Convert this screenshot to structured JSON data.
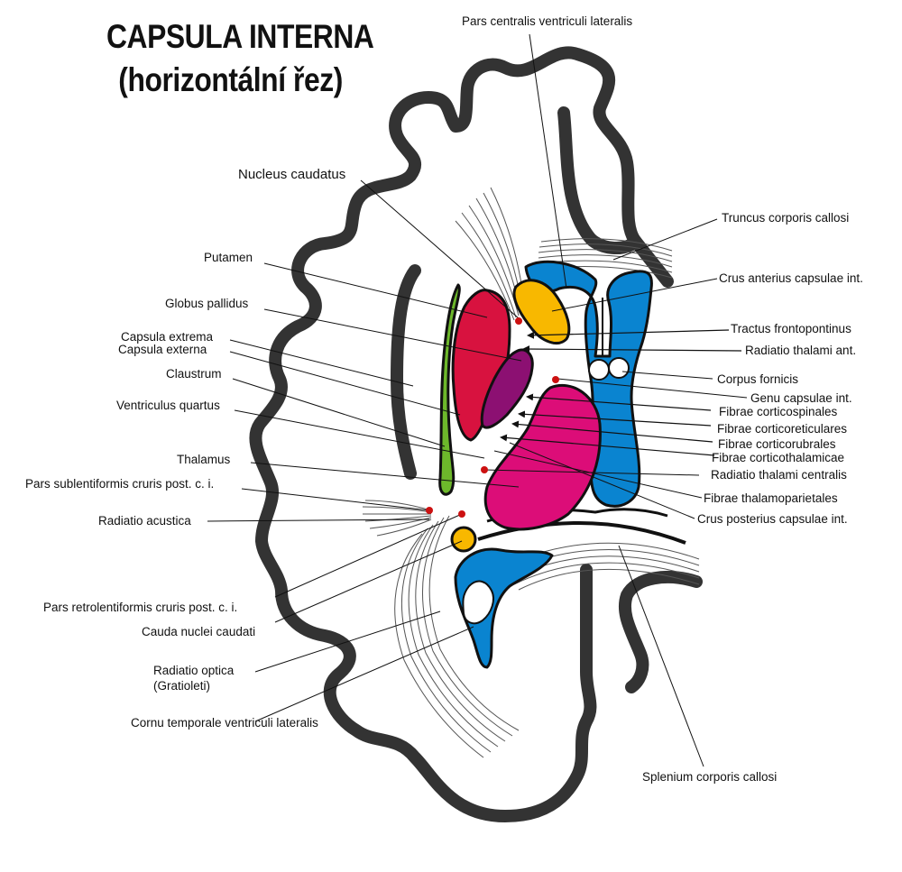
{
  "title_line1": "CAPSULA INTERNA",
  "title_line2": "(horizontální řez)",
  "colors": {
    "outline": "#333333",
    "ventricle": "#0a84d0",
    "caudate": "#f8b800",
    "putamen": "#d8123f",
    "pallidus": "#8c1072",
    "claustrum": "#6db82b",
    "thalamus": "#dc0d78",
    "marker": "#cc1111"
  },
  "labels": {
    "pars_centralis": "Pars centralis ventriculi lateralis",
    "nucleus_caudatus": "Nucleus caudatus",
    "truncus": "Truncus corporis callosi",
    "putamen": "Putamen",
    "crus_anterius": "Crus anterius capsulae int.",
    "globus_pallidus": "Globus pallidus",
    "tractus_frontopontinus": "Tractus frontopontinus",
    "capsula_extrema": "Capsula extrema",
    "capsula_externa": "Capsula externa",
    "radiatio_thalami_ant": "Radiatio thalami ant.",
    "corpus_fornicis": "Corpus fornicis",
    "claustrum": "Claustrum",
    "genu": "Genu capsulae int.",
    "ventriculus_quartus": "Ventriculus quartus",
    "corticospinales": "Fibrae corticospinales",
    "corticoreticulares": "Fibrae corticoreticulares",
    "corticorubrales": "Fibrae corticorubrales",
    "corticothalamicae": "Fibrae corticothalamicae",
    "thalamus": "Thalamus",
    "radiatio_thalami_centralis": "Radiatio thalami centralis",
    "pars_sublentiformis": "Pars sublentiformis cruris post. c. i.",
    "thalamoparietales": "Fibrae thalamoparietales",
    "radiatio_acustica": "Radiatio acustica",
    "crus_posterius": "Crus posterius capsulae int.",
    "pars_retrolentiformis": "Pars retrolentiformis cruris post. c. i.",
    "cauda": "Cauda nuclei caudati",
    "radiatio_optica_1": "Radiatio optica",
    "radiatio_optica_2": "(Gratioleti)",
    "cornu_temporale": "Cornu temporale ventriculi lateralis",
    "splenium": "Splenium corporis callosi"
  }
}
